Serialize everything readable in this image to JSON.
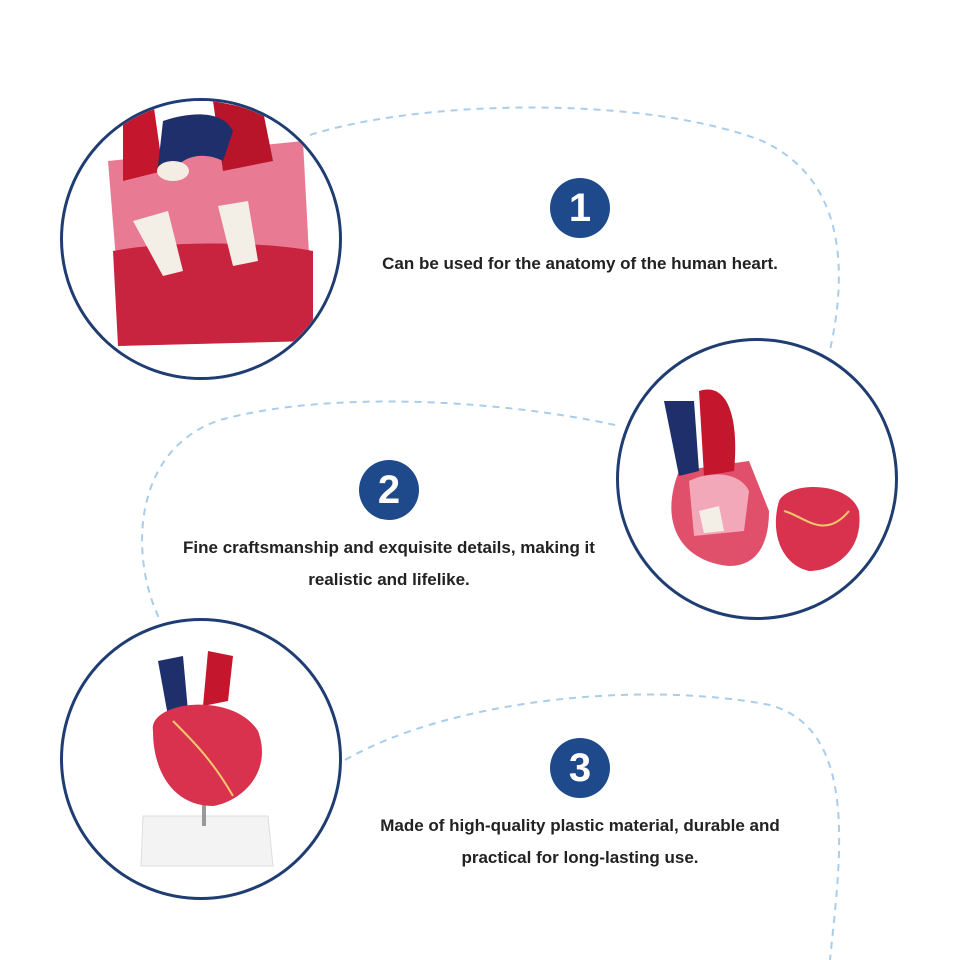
{
  "features": [
    {
      "number": "1",
      "text": "Can be used for the anatomy of the human heart.",
      "image": "heart-cross-section"
    },
    {
      "number": "2",
      "text": "Fine craftsmanship and exquisite details, making it realistic and lifelike.",
      "image": "heart-opened-two-parts"
    },
    {
      "number": "3",
      "text": "Made of high-quality plastic material, durable and practical for long-lasting use.",
      "image": "heart-on-stand"
    }
  ],
  "colors": {
    "badge": "#1e4a8c",
    "circle_border": "#1f3d73",
    "dash": "#a9cdea"
  }
}
